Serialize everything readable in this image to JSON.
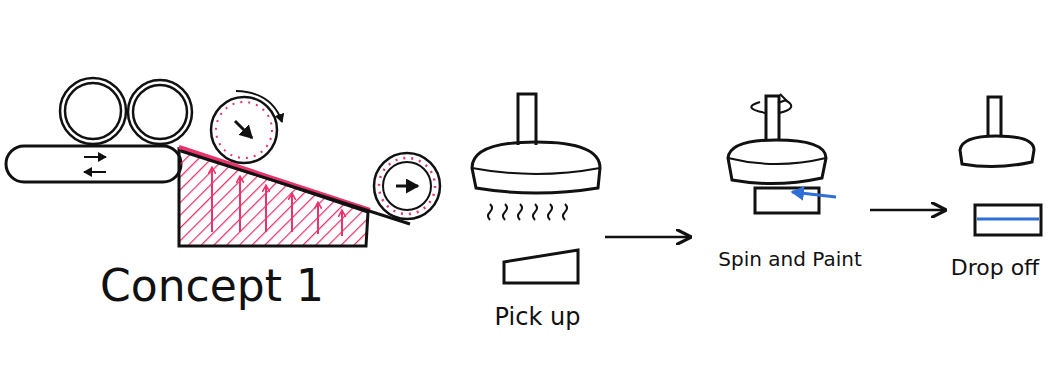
{
  "diagram": {
    "nodes": [
      {
        "text": [
          "Pick up"
        ]
      },
      {
        "text": [
          "Spin and Paint"
        ]
      },
      {
        "text": [
          "Drop off"
        ]
      }
    ],
    "edges": [
      {
        "from": 0,
        "to": 1,
        "arrow": "to"
      },
      {
        "from": 1,
        "to": 2,
        "arrow": "to"
      }
    ],
    "labels": [
      "Concept 1"
    ]
  }
}
